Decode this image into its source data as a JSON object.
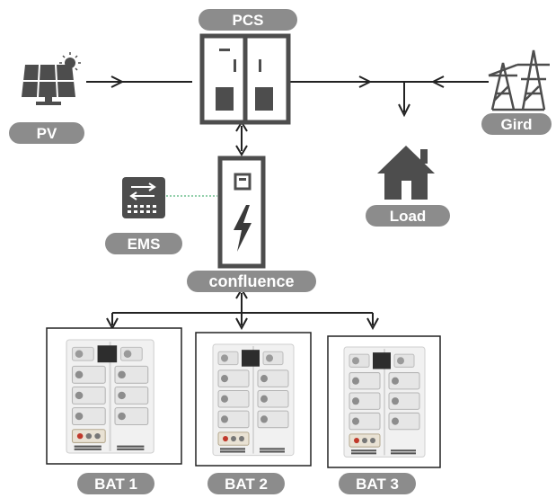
{
  "labels": {
    "pcs": "PCS",
    "pv": "PV",
    "grid": "Gird",
    "load": "Load",
    "ems": "EMS",
    "confluence": "confluence",
    "bat1": "BAT 1",
    "bat2": "BAT 2",
    "bat3": "BAT 3"
  },
  "colors": {
    "label_pill": "#8c8c8c",
    "icon": "#4d4d4d",
    "line": "#222222",
    "ems_link": "#6fbf8f",
    "panel": "#f2f2f2",
    "lightning": "#3a3a3a"
  },
  "icons": {
    "pv": "solar-panel-icon",
    "grid": "transmission-tower-icon",
    "load": "house-icon",
    "ems": "ems-controller-icon",
    "pcs": "pcs-cabinet-icon",
    "confluence": "confluence-cabinet-icon",
    "battery": "battery-cabinet-icon"
  }
}
